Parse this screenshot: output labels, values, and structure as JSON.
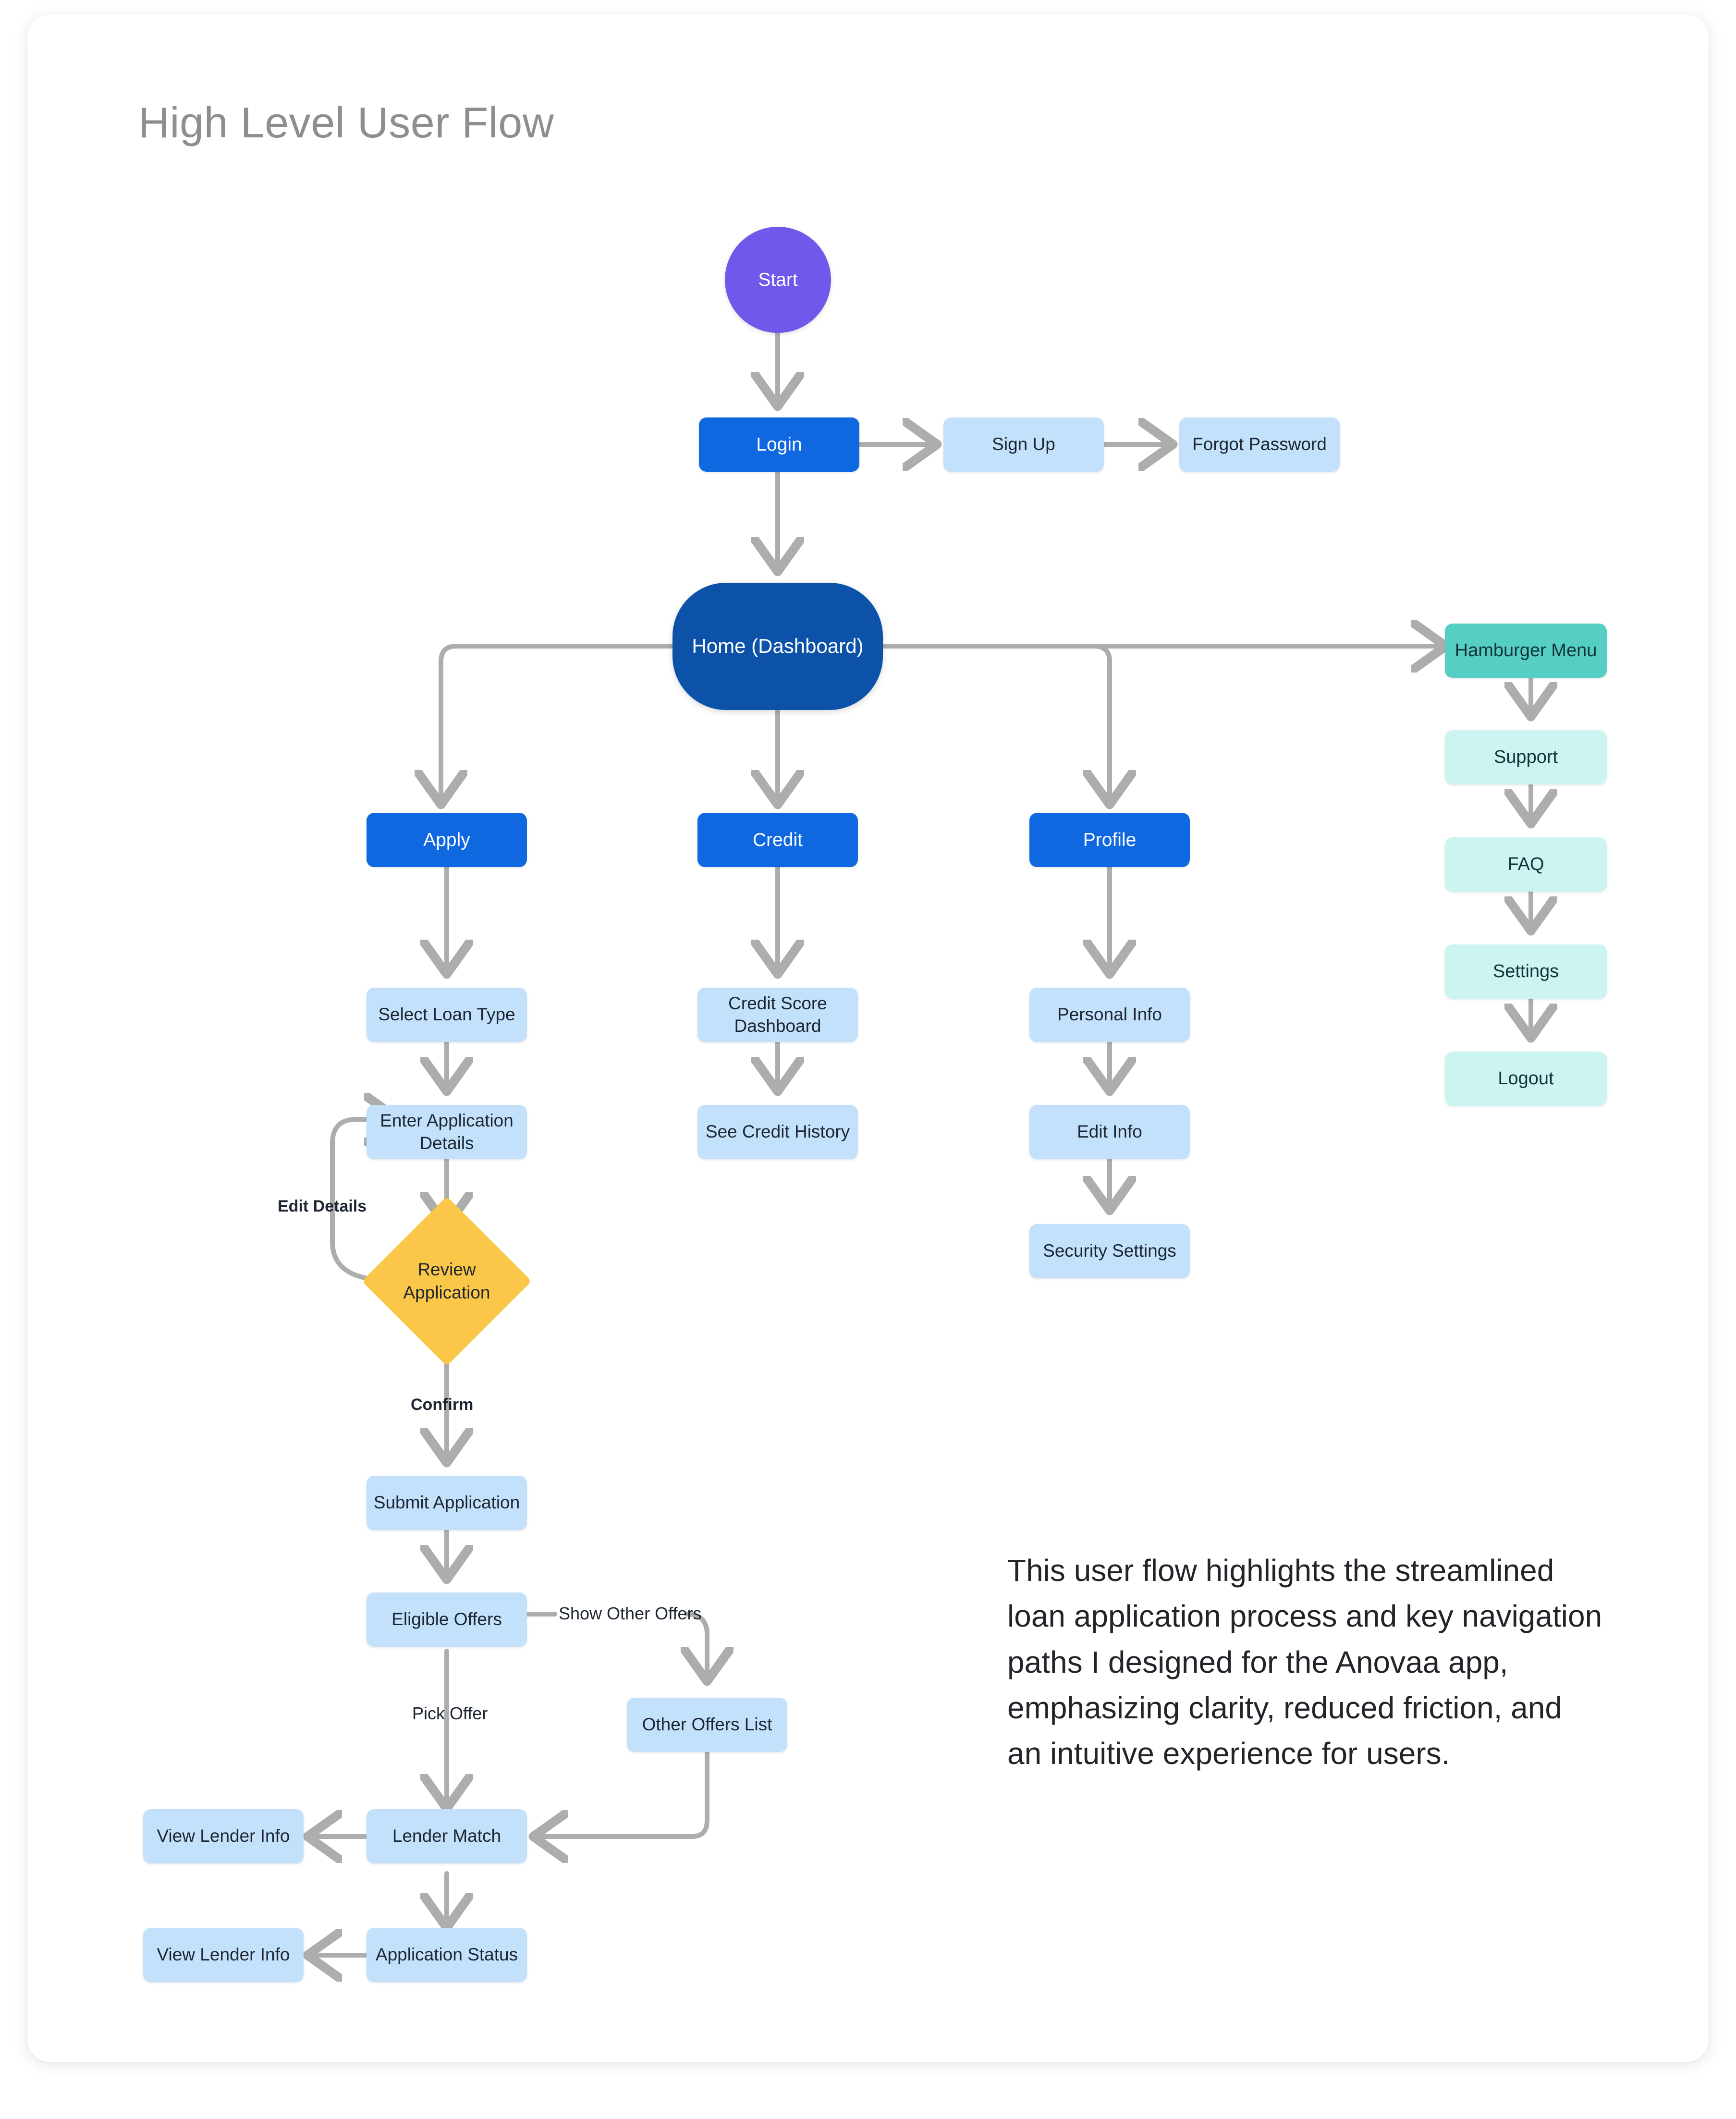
{
  "page": {
    "title": "High Level User Flow",
    "description": "This user flow highlights the streamlined loan application process and key navigation paths I designed for the Anovaa app, emphasizing clarity, reduced friction, and an intuitive experience for users."
  },
  "colors": {
    "start": "#7257EB",
    "primary": "#1068E0",
    "hub": "#0B52A8",
    "light_blue": "#C3E1FB",
    "teal": "#55CFC4",
    "light_teal": "#CCF5F2",
    "decision_yellow": "#FAC748",
    "connector_gray": "#ADADAD",
    "title_gray": "#8E8E8E",
    "text_dark": "#212529",
    "card_background": "#FFFFFF"
  },
  "chart_data": {
    "type": "diagram",
    "title": "High Level User Flow",
    "nodes": [
      {
        "id": "start",
        "label": "Start",
        "shape": "circle",
        "style": "start"
      },
      {
        "id": "login",
        "label": "Login",
        "shape": "rect",
        "style": "primary"
      },
      {
        "id": "signup",
        "label": "Sign Up",
        "shape": "rect",
        "style": "light_blue"
      },
      {
        "id": "forgot",
        "label": "Forgot Password",
        "shape": "rect",
        "style": "light_blue"
      },
      {
        "id": "home",
        "label": "Home (Dashboard)",
        "shape": "rounded",
        "style": "hub"
      },
      {
        "id": "apply",
        "label": "Apply",
        "shape": "rect",
        "style": "primary"
      },
      {
        "id": "credit",
        "label": "Credit",
        "shape": "rect",
        "style": "primary"
      },
      {
        "id": "profile",
        "label": "Profile",
        "shape": "rect",
        "style": "primary"
      },
      {
        "id": "hamburger",
        "label": "Hamburger Menu",
        "shape": "rect",
        "style": "teal"
      },
      {
        "id": "support",
        "label": "Support",
        "shape": "rect",
        "style": "light_teal"
      },
      {
        "id": "faq",
        "label": "FAQ",
        "shape": "rect",
        "style": "light_teal"
      },
      {
        "id": "settings",
        "label": "Settings",
        "shape": "rect",
        "style": "light_teal"
      },
      {
        "id": "logout",
        "label": "Logout",
        "shape": "rect",
        "style": "light_teal"
      },
      {
        "id": "select_loan",
        "label": "Select Loan Type",
        "shape": "rect",
        "style": "light_blue"
      },
      {
        "id": "enter_details",
        "label": "Enter Application Details",
        "shape": "rect",
        "style": "light_blue"
      },
      {
        "id": "review",
        "label": "Review Application",
        "shape": "diamond",
        "style": "decision"
      },
      {
        "id": "submit",
        "label": "Submit Application",
        "shape": "rect",
        "style": "light_blue"
      },
      {
        "id": "eligible",
        "label": "Eligible Offers",
        "shape": "rect",
        "style": "light_blue"
      },
      {
        "id": "other_offers",
        "label": "Other Offers List",
        "shape": "rect",
        "style": "light_blue"
      },
      {
        "id": "lender_match",
        "label": "Lender Match",
        "shape": "rect",
        "style": "light_blue"
      },
      {
        "id": "view_lender_1",
        "label": "View Lender Info",
        "shape": "rect",
        "style": "light_blue"
      },
      {
        "id": "app_status",
        "label": "Application Status",
        "shape": "rect",
        "style": "light_blue"
      },
      {
        "id": "view_lender_2",
        "label": "View Lender Info",
        "shape": "rect",
        "style": "light_blue"
      },
      {
        "id": "credit_score",
        "label": "Credit Score Dashboard",
        "shape": "rect",
        "style": "light_blue"
      },
      {
        "id": "credit_history",
        "label": "See Credit History",
        "shape": "rect",
        "style": "light_blue"
      },
      {
        "id": "personal_info",
        "label": "Personal Info",
        "shape": "rect",
        "style": "light_blue"
      },
      {
        "id": "edit_info",
        "label": "Edit Info",
        "shape": "rect",
        "style": "light_blue"
      },
      {
        "id": "security",
        "label": "Security Settings",
        "shape": "rect",
        "style": "light_blue"
      }
    ],
    "edges": [
      {
        "from": "start",
        "to": "login",
        "label": ""
      },
      {
        "from": "login",
        "to": "signup",
        "label": ""
      },
      {
        "from": "signup",
        "to": "forgot",
        "label": ""
      },
      {
        "from": "login",
        "to": "home",
        "label": ""
      },
      {
        "from": "home",
        "to": "apply",
        "label": ""
      },
      {
        "from": "home",
        "to": "credit",
        "label": ""
      },
      {
        "from": "home",
        "to": "profile",
        "label": ""
      },
      {
        "from": "home",
        "to": "hamburger",
        "label": ""
      },
      {
        "from": "hamburger",
        "to": "support",
        "label": ""
      },
      {
        "from": "support",
        "to": "faq",
        "label": ""
      },
      {
        "from": "faq",
        "to": "settings",
        "label": ""
      },
      {
        "from": "settings",
        "to": "logout",
        "label": ""
      },
      {
        "from": "apply",
        "to": "select_loan",
        "label": ""
      },
      {
        "from": "select_loan",
        "to": "enter_details",
        "label": ""
      },
      {
        "from": "enter_details",
        "to": "review",
        "label": ""
      },
      {
        "from": "review",
        "to": "enter_details",
        "label": "Edit Details"
      },
      {
        "from": "review",
        "to": "submit",
        "label": "Confirm"
      },
      {
        "from": "submit",
        "to": "eligible",
        "label": ""
      },
      {
        "from": "eligible",
        "to": "other_offers",
        "label": "Show Other Offers"
      },
      {
        "from": "eligible",
        "to": "lender_match",
        "label": "Pick Offer"
      },
      {
        "from": "other_offers",
        "to": "lender_match",
        "label": ""
      },
      {
        "from": "lender_match",
        "to": "view_lender_1",
        "label": ""
      },
      {
        "from": "lender_match",
        "to": "app_status",
        "label": ""
      },
      {
        "from": "app_status",
        "to": "view_lender_2",
        "label": ""
      },
      {
        "from": "credit",
        "to": "credit_score",
        "label": ""
      },
      {
        "from": "credit_score",
        "to": "credit_history",
        "label": ""
      },
      {
        "from": "profile",
        "to": "personal_info",
        "label": ""
      },
      {
        "from": "personal_info",
        "to": "edit_info",
        "label": ""
      },
      {
        "from": "edit_info",
        "to": "security",
        "label": ""
      }
    ],
    "edge_labels": [
      {
        "id": "edit_details",
        "text": "Edit Details"
      },
      {
        "id": "confirm",
        "text": "Confirm"
      },
      {
        "id": "show_other_offers",
        "text": "Show Other Offers"
      },
      {
        "id": "pick_offer",
        "text": "Pick Offer"
      }
    ]
  }
}
